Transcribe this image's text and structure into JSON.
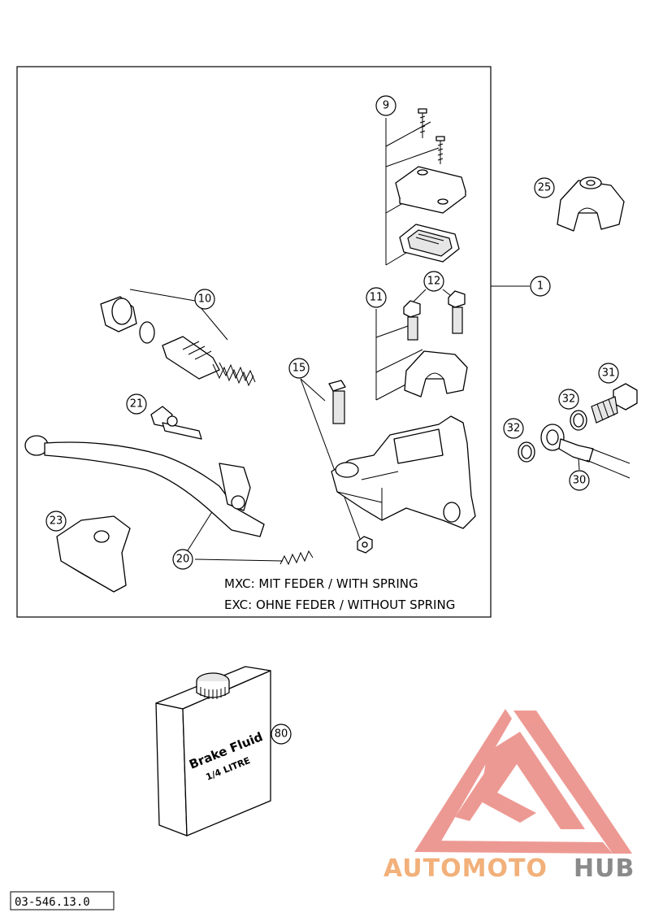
{
  "diagram": {
    "callouts": [
      "1",
      "9",
      "10",
      "11",
      "12",
      "15",
      "20",
      "21",
      "23",
      "25",
      "30",
      "31",
      "32",
      "32",
      "80"
    ],
    "notes": {
      "line1": "MXC: MIT FEDER / WITH SPRING",
      "line2": "EXC: OHNE FEDER / WITHOUT SPRING"
    },
    "bottle": {
      "label1": "Brake Fluid",
      "label2": "1/4 LITRE"
    },
    "part_code": "03-546.13.0"
  },
  "watermark": {
    "brand_part1": "AUTOMOTO",
    "brand_part2": "HUB",
    "color_logo": "#e8786f",
    "color_text": "#f2b07a",
    "color_hub": "#8a8a8a"
  }
}
